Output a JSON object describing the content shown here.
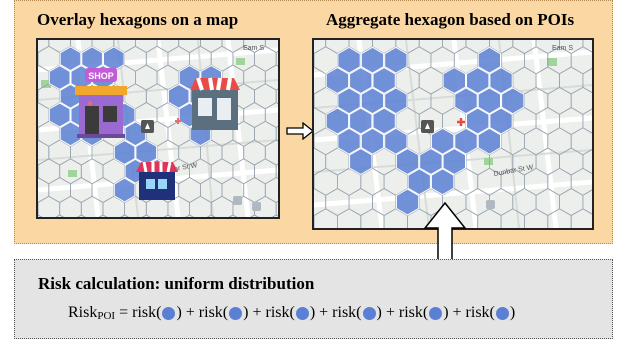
{
  "panels": {
    "left_title": "Overlay hexagons on a map",
    "right_title": "Aggregate hexagon based on POIs",
    "bottom_title": "Risk calculation: uniform distribution"
  },
  "map_labels": {
    "shop_sign": "SHOP",
    "left_street": "Eam S",
    "right_street": "Eam S",
    "dunbar_left": "Dunbar St W",
    "dunbar_right": "Dunbar St W"
  },
  "formula": {
    "lhs": "Risk",
    "lhs_sub": "POI",
    "equals": " = ",
    "term_prefix": "risk(",
    "term_suffix": ")",
    "plus": "+",
    "term_count": 6
  },
  "colors": {
    "panel_bg": "#fbd7a4",
    "hex_fill": "#5a7fd4",
    "bottom_bg": "#e4e4e4"
  },
  "icons": [
    "shop-icon",
    "store-icon",
    "market-stall-icon",
    "right-arrow-icon",
    "up-arrow-icon"
  ]
}
